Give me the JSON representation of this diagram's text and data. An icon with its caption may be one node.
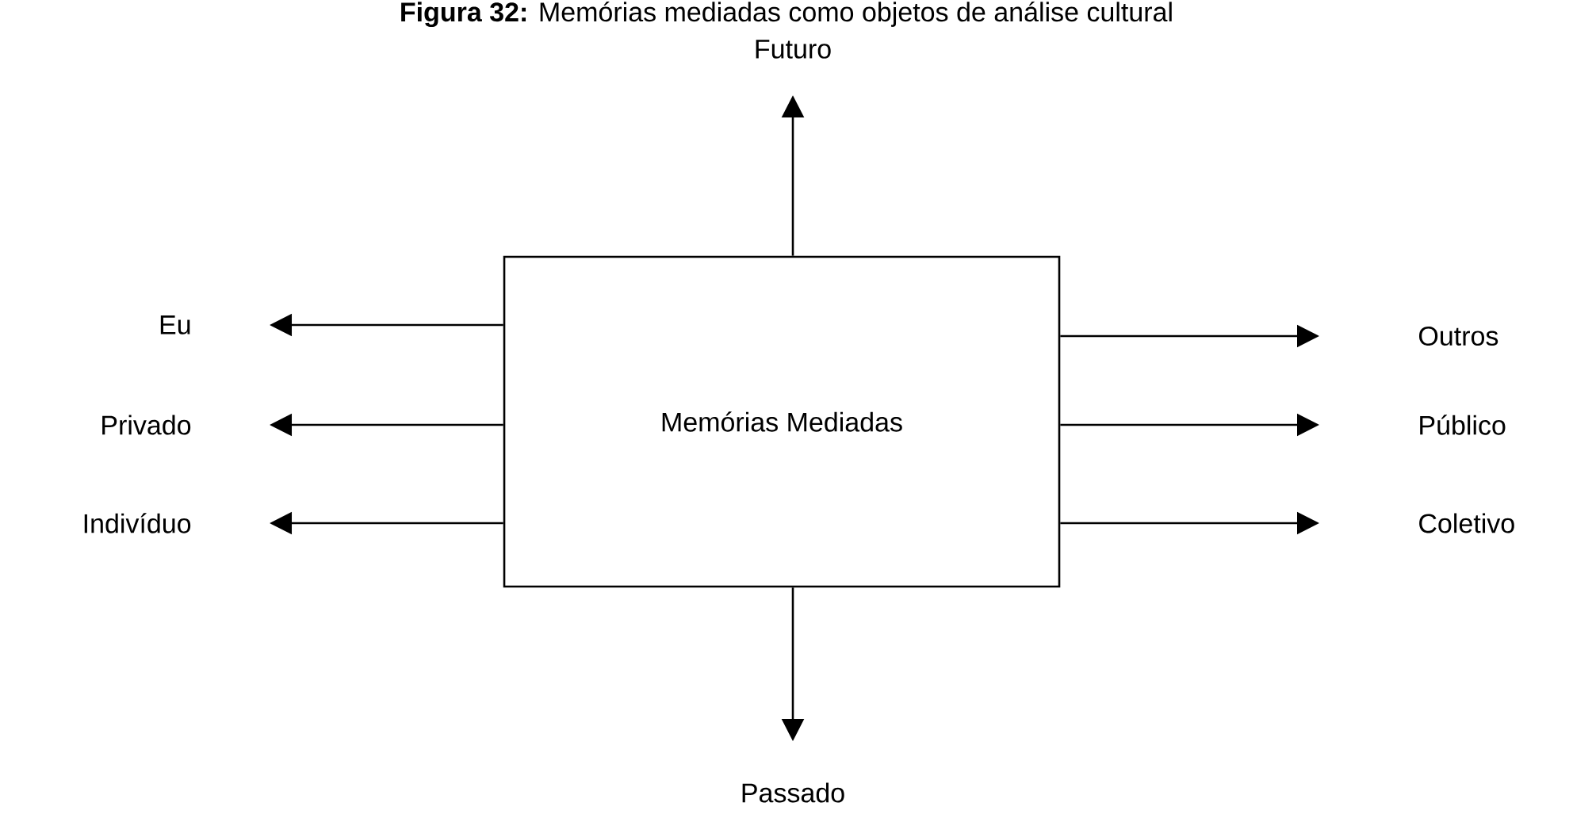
{
  "diagram": {
    "title": "**Figura 32:** Memórias mediadas como objetos de análise cultural",
    "nodes": [
      {
        "text": [
          "Memórias Mediadas"
        ]
      },
      {
        "text": [
          "Futuro"
        ]
      },
      {
        "text": [
          "Eu"
        ]
      },
      {
        "text": [
          "Privado"
        ]
      },
      {
        "text": [
          "Indivíduo"
        ]
      },
      {
        "text": [
          "Outros"
        ]
      },
      {
        "text": [
          "Público"
        ]
      },
      {
        "text": [
          "Coletivo"
        ]
      },
      {
        "text": [
          "Passado"
        ]
      }
    ],
    "edges": [
      {
        "from": 0,
        "to": 1,
        "arrow": "to"
      },
      {
        "from": 0,
        "to": 2,
        "arrow": "to"
      },
      {
        "from": 0,
        "to": 3,
        "arrow": "to"
      },
      {
        "from": 0,
        "to": 4,
        "arrow": "to"
      },
      {
        "from": 0,
        "to": 5,
        "arrow": "to"
      },
      {
        "from": 0,
        "to": 6,
        "arrow": "to"
      },
      {
        "from": 0,
        "to": 7,
        "arrow": "to"
      },
      {
        "from": 0,
        "to": 8,
        "arrow": "to"
      }
    ]
  }
}
